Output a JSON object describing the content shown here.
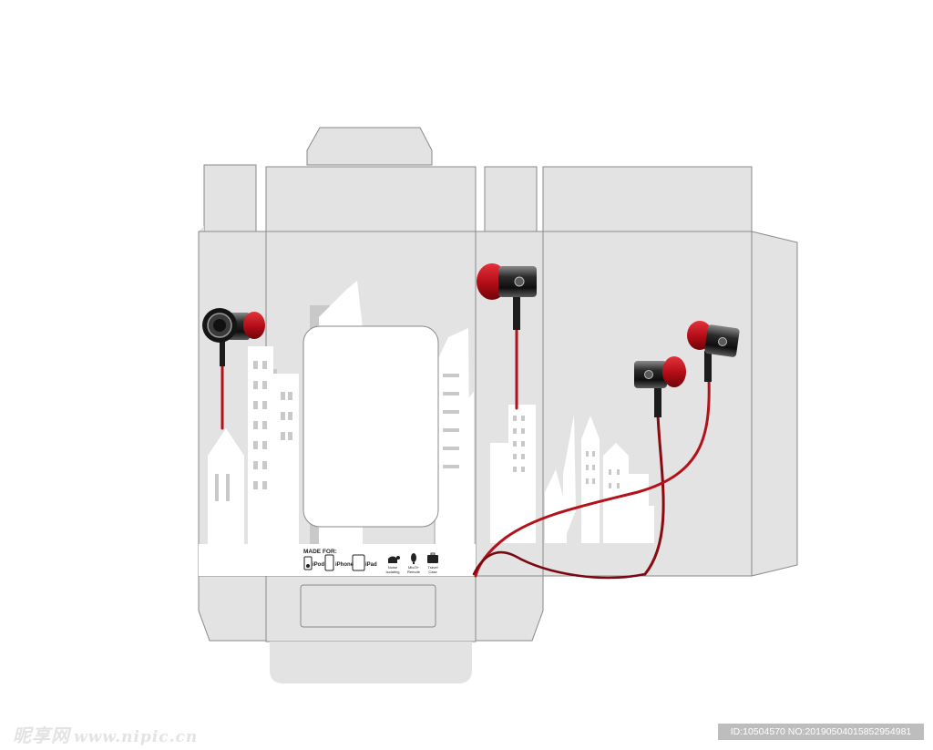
{
  "package": {
    "made_for_label": "MADE FOR:",
    "devices": [
      {
        "name": "iPod",
        "icon": "ipod-icon"
      },
      {
        "name": "iPhone",
        "icon": "iphone-icon"
      },
      {
        "name": "iPad",
        "icon": "ipad-icon"
      }
    ],
    "features": [
      {
        "line1": "Noise",
        "line2": "Isolating",
        "icon": "noise-isolating-icon"
      },
      {
        "line1": "Mic/3+",
        "line2": "Remote",
        "icon": "microphone-icon"
      },
      {
        "line1": "Travel",
        "line2": "Case",
        "icon": "travel-case-icon"
      }
    ]
  },
  "watermark": {
    "site_name": "昵享网",
    "site_url": "www.nipic.cn",
    "id_text": "ID:10504570 NO:20190504015852954981"
  },
  "colors": {
    "panel": "#e3e3e3",
    "panel_stroke": "#8a8a8a",
    "building": "#ffffff",
    "building_shadow": "#c9c9c9",
    "cable_red": "#b3121b",
    "earbud_red": "#c8101f",
    "earbud_black": "#1c1c1c"
  }
}
